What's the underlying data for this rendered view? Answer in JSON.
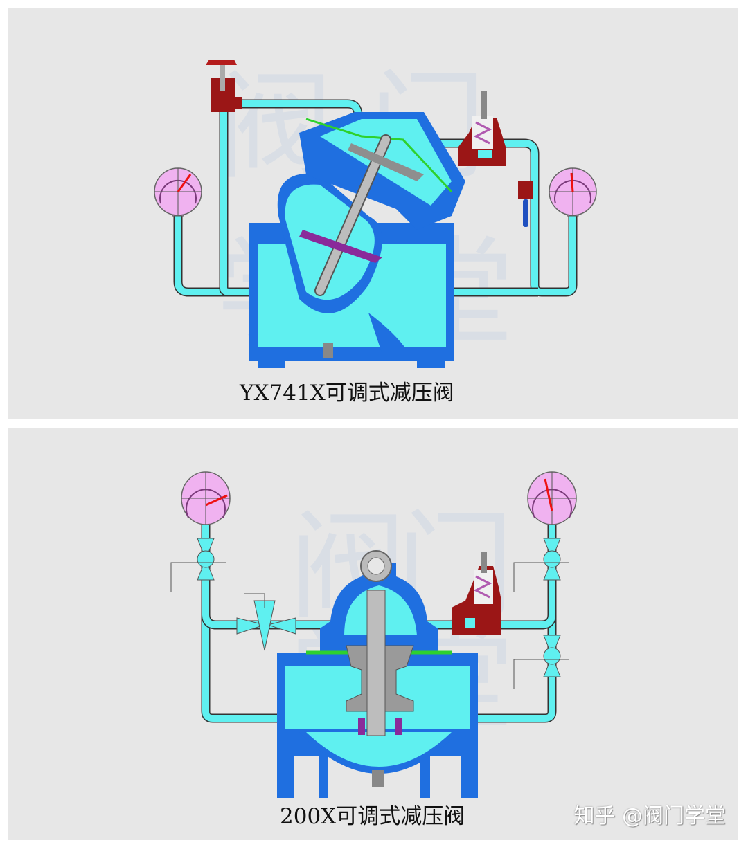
{
  "panels": [
    {
      "id": "top",
      "caption": "YX741X可调式减压阀",
      "background_watermark": [
        "阀",
        "门",
        "学",
        "堂"
      ],
      "components": [
        "needle-valve",
        "main-valve-body-angled",
        "pilot-pressure-reducing-valve",
        "ball-valve",
        "pressure-gauge-inlet",
        "pressure-gauge-outlet"
      ]
    },
    {
      "id": "bottom",
      "caption": "200X可调式减压阀",
      "background_watermark": [
        "阀",
        "门",
        "学",
        "堂"
      ],
      "components": [
        "lifting-eye",
        "main-valve-body",
        "needle-valve-throttle",
        "pilot-pressure-reducing-valve",
        "isolation-valve-upper-left",
        "isolation-valve-upper-right",
        "isolation-valve-lower-right",
        "pressure-gauge-inlet",
        "pressure-gauge-outlet"
      ]
    }
  ],
  "watermark": "知乎 @阀门学堂",
  "colors": {
    "panel_bg": "#e7e7e7",
    "water": "#5ff0f0",
    "body": "#1f6fe0",
    "body_dark": "#1450b0",
    "gauge": "#f0b2f0",
    "needle": "#ee1111",
    "pilot": "#9b1616",
    "diaphragm": "#2ed12e",
    "stem": "#a9a9a9",
    "seal": "#8a2a9a"
  }
}
